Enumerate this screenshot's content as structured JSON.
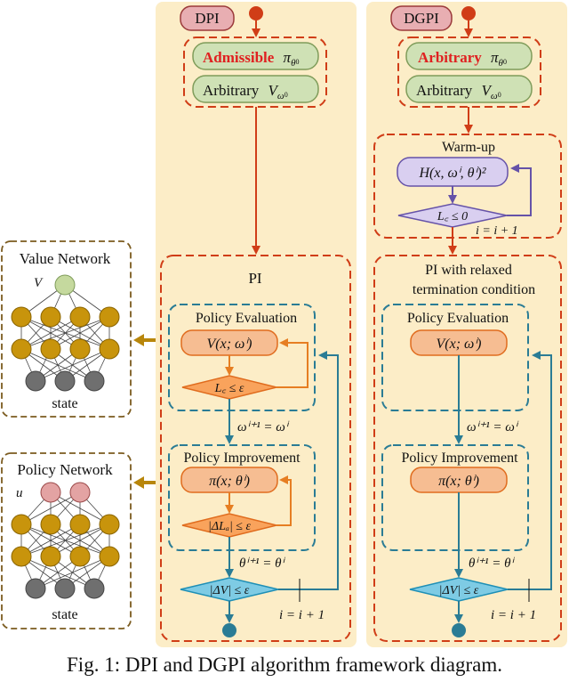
{
  "dpi": {
    "tag": "DPI",
    "init": {
      "policy_word": "Admissible",
      "policy_symbol": "π",
      "policy_sub": "θ",
      "value_word": "Arbitrary",
      "value_symbol": "V",
      "value_sub": "ω"
    },
    "pi_title": "PI",
    "policy_evaluation": {
      "title": "Policy Evaluation",
      "node": "V(x; ωⁱ)",
      "condition": "L꜀ ≤ ε"
    },
    "update_value": "ωⁱ⁺¹ = ωⁱ",
    "policy_improvement": {
      "title": "Policy Improvement",
      "node": "π(x; θⁱ)",
      "condition": "|ΔLₐ| ≤ ε"
    },
    "update_policy": "θⁱ⁺¹ = θⁱ",
    "stop_condition": "|ΔV| ≤ ε",
    "iterate": "i = i + 1"
  },
  "dgpi": {
    "tag": "DGPI",
    "init": {
      "policy_word": "Arbitrary",
      "policy_symbol": "π",
      "policy_sub": "θ",
      "value_word": "Arbitrary",
      "value_symbol": "V",
      "value_sub": "ω"
    },
    "warmup": {
      "title": "Warm-up",
      "node": "H(x, ωⁱ, θⁱ)²",
      "condition": "L꜀ ≤ 0",
      "iterate": "i = i + 1"
    },
    "pi_title_line1": "PI with relaxed",
    "pi_title_line2": "termination condition",
    "policy_evaluation": {
      "title": "Policy Evaluation",
      "node": "V(x; ωⁱ)"
    },
    "update_value": "ωⁱ⁺¹ = ωⁱ",
    "policy_improvement": {
      "title": "Policy Improvement",
      "node": "π(x; θⁱ)"
    },
    "update_policy": "θⁱ⁺¹ = θⁱ",
    "stop_condition": "|ΔV| ≤ ε",
    "iterate": "i = i + 1"
  },
  "value_network": {
    "title": "Value Network",
    "output": "V",
    "input": "state"
  },
  "policy_network": {
    "title": "Policy Network",
    "output": "u",
    "input": "state"
  },
  "caption": "Fig. 1: DPI and DGPI algorithm framework diagram.",
  "colors": {
    "panel_bg": "#fcedc7",
    "tag_fill": "#e8aeb2",
    "init_fill": "#cfe1b5",
    "init_stroke": "#7f9c5a",
    "orange_fill": "#f6bd92",
    "orange_stroke": "#e06c1e",
    "diamond_fill": "#f9a35c",
    "cyan_fill": "#7ecbe4",
    "cyan_stroke": "#1e8fb6",
    "red": "#d03d17",
    "purple_fill": "#d9cff0",
    "purple_stroke": "#6552a8",
    "teal": "#2a7c95",
    "net_output_value": "#c5d99e",
    "net_output_policy": "#e3a3a3",
    "net_hidden": "#c8940c",
    "net_input": "#6f6f6f",
    "net_border": "#7b5b1f",
    "link_arrow": "#b8860b",
    "admissible": "#e02020"
  }
}
